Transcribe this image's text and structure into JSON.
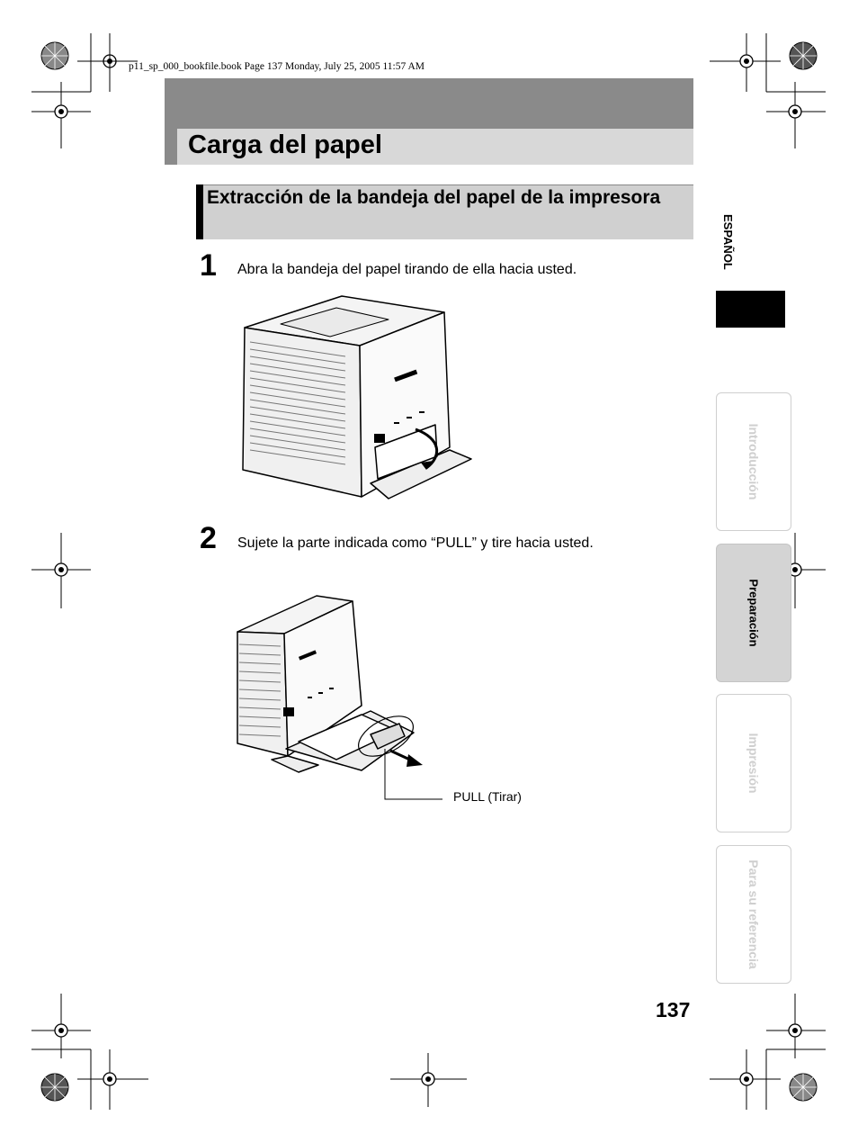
{
  "header": {
    "file_info": "p11_sp_000_bookfile.book  Page 137  Monday, July 25, 2005  11:57 AM"
  },
  "title": "Carga del papel",
  "section": {
    "heading": "Extracción de la bandeja del papel de la impresora"
  },
  "steps": [
    {
      "number": "1",
      "text": "Abra la bandeja del papel tirando de ella hacia usted."
    },
    {
      "number": "2",
      "text": "Sujete la parte indicada como “PULL” y tire hacia usted."
    }
  ],
  "figure2": {
    "callout": "PULL (Tirar)"
  },
  "sidebar": {
    "language": "ESPAÑOL",
    "tabs": [
      {
        "label": "Introducción",
        "active": false
      },
      {
        "label": "Preparación",
        "active": true
      },
      {
        "label": "Impresión",
        "active": false
      },
      {
        "label": "Para su referencia",
        "active": false
      }
    ]
  },
  "page_number": "137",
  "colors": {
    "band_dark": "#8a8a8a",
    "band_light": "#d8d8d8",
    "subhead_band": "#d0d0d0",
    "tab_inactive_text": "#cfcfcf"
  }
}
